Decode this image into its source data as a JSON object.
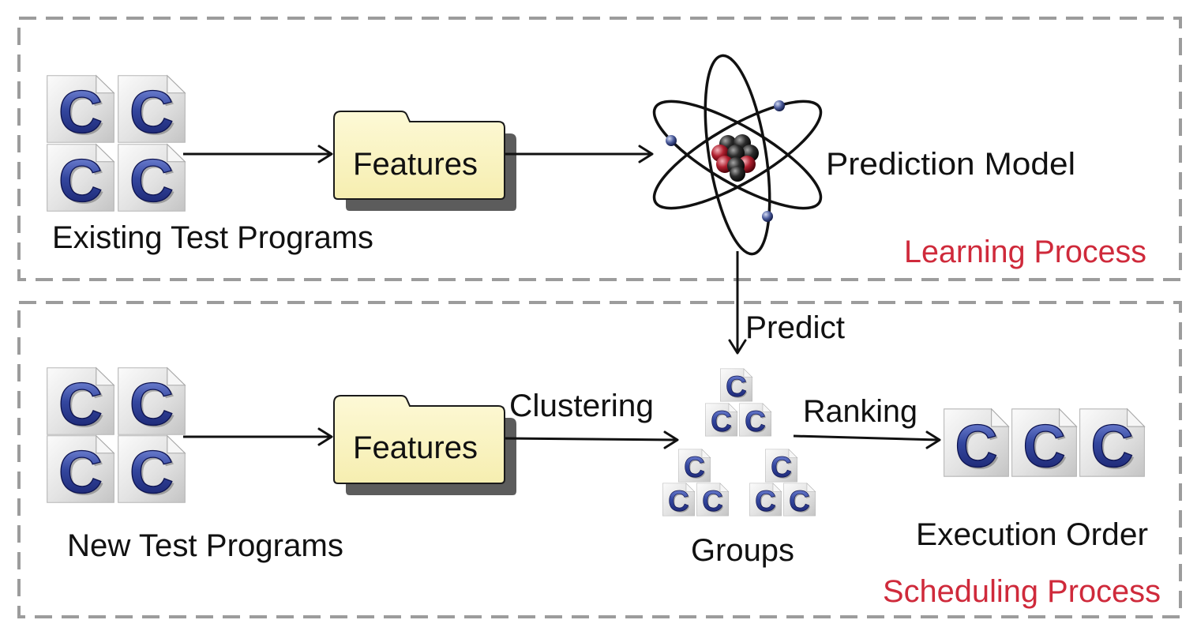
{
  "learning_process": {
    "title": "Learning Process",
    "existing_programs_label": "Existing Test Programs",
    "features_label": "Features",
    "model_label": "Prediction Model"
  },
  "scheduling_process": {
    "title": "Scheduling Process",
    "new_programs_label": "New Test Programs",
    "features_label": "Features",
    "groups_label": "Groups",
    "execution_order_label": "Execution Order"
  },
  "edges": {
    "predict": "Predict",
    "clustering": "Clustering",
    "ranking": "Ranking"
  },
  "icons": {
    "c_file": {
      "name": "c-source-file-icon",
      "glyph": "C"
    },
    "features": "folder-icon",
    "model": "atom-icon"
  },
  "colors": {
    "process_title": "#cf2a3b",
    "dashed_border": "#9c9c9c",
    "folder_fill": "#fbf5c2",
    "c_glyph": "#2e3f9e",
    "nucleus_red": "#b0202f",
    "text": "#111111"
  }
}
